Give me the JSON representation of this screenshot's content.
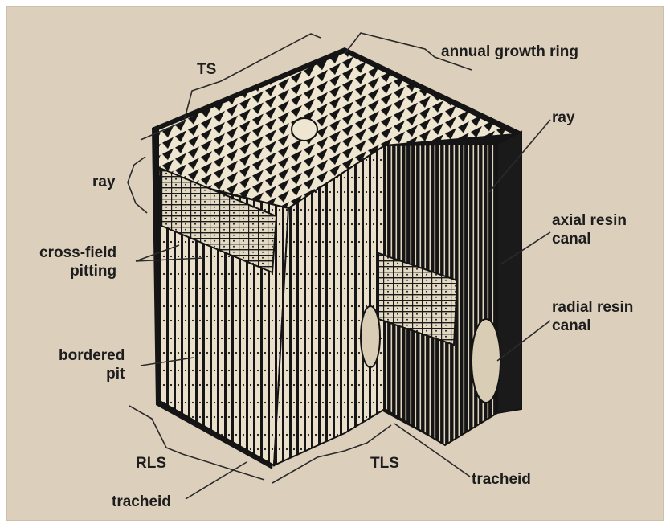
{
  "labels": {
    "ts": "TS",
    "annual_growth_ring": "annual growth ring",
    "ray_top": "ray",
    "ray_left": "ray",
    "axial_resin_canal": [
      "axial resin",
      "canal"
    ],
    "radial_resin_canal": [
      "radial resin",
      "canal"
    ],
    "cross_field_pitting": [
      "cross-field",
      "pitting"
    ],
    "bordered_pit": [
      "bordered",
      "pit"
    ],
    "rls": "RLS",
    "tls": "TLS",
    "tracheid_bottom": "tracheid",
    "tracheid_right": "tracheid"
  },
  "colors": {
    "background": "#dccfbc",
    "ink": "#141414",
    "wood_light": "#efe6d2",
    "wood_mid": "#c9bda7",
    "label_text": "#1d1d1d"
  }
}
